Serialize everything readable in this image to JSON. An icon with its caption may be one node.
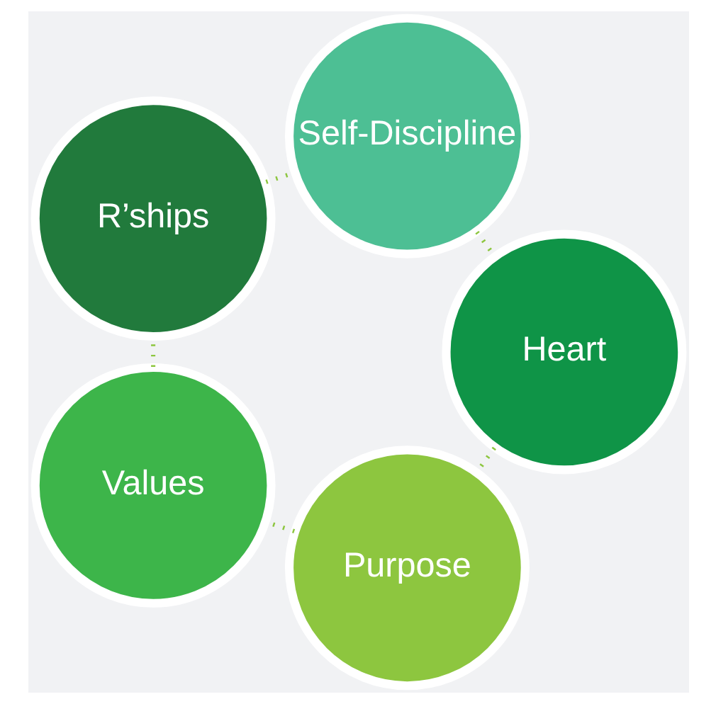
{
  "diagram": {
    "nodes": [
      {
        "text": [
          "Purpose"
        ]
      },
      {
        "text": [
          "Values"
        ]
      },
      {
        "text": [
          "R’ships"
        ]
      },
      {
        "text": [
          "Self-Discipline"
        ]
      },
      {
        "text": [
          "Heart"
        ]
      }
    ],
    "edges": [
      {
        "from": 0,
        "to": 1,
        "arrow": "none",
        "style": "dashed"
      },
      {
        "from": 1,
        "to": 2,
        "arrow": "none",
        "style": "dashed"
      },
      {
        "from": 2,
        "to": 3,
        "arrow": "none",
        "style": "dashed"
      },
      {
        "from": 3,
        "to": 4,
        "arrow": "none",
        "style": "dashed"
      },
      {
        "from": 4,
        "to": 0,
        "arrow": "none",
        "style": "dashed"
      }
    ]
  }
}
